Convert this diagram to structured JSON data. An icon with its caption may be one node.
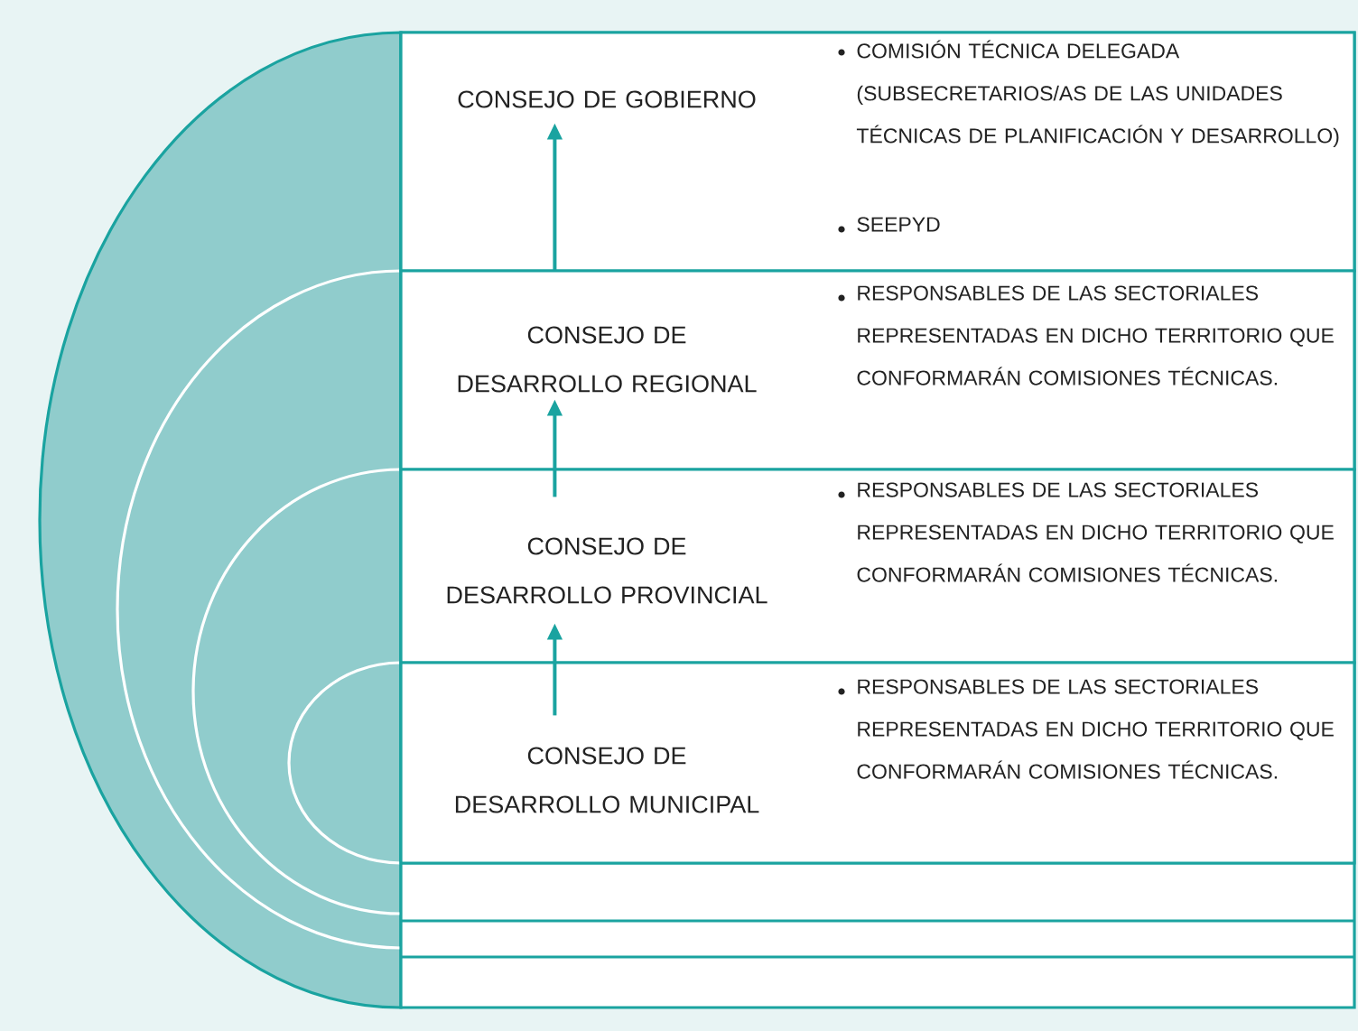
{
  "diagram": {
    "nodes": [
      {
        "text": [
          "CONSEJO DE GOBIERNO",
          "COMISIÓN TÉCNICA DELEGADA (SUBSECRETARIOS/AS DE LAS UNIDADES TÉCNICAS DE PLANIFICACIÓN Y DESARROLLO)",
          "SEEPYD"
        ]
      },
      {
        "text": [
          "CONSEJO DE DESARROLLO REGIONAL",
          "RESPONSABLES DE LAS SECTORIALES REPRESENTADAS EN DICHO TERRITORIO QUE CONFORMARÁN COMISIONES TÉCNICAS."
        ]
      },
      {
        "text": [
          "CONSEJO DE DESARROLLO PROVINCIAL",
          "RESPONSABLES DE LAS SECTORIALES REPRESENTADAS EN DICHO TERRITORIO QUE CONFORMARÁN COMISIONES TÉCNICAS."
        ]
      },
      {
        "text": [
          "CONSEJO DE DESARROLLO MUNICIPAL",
          "RESPONSABLES DE LAS SECTORIALES REPRESENTADAS EN DICHO TERRITORIO QUE CONFORMARÁN COMISIONES TÉCNICAS."
        ]
      }
    ],
    "edges": [
      {
        "from": 1,
        "to": 0,
        "arrow": "to"
      },
      {
        "from": 2,
        "to": 1,
        "arrow": "to"
      },
      {
        "from": 3,
        "to": 2,
        "arrow": "to"
      }
    ]
  }
}
